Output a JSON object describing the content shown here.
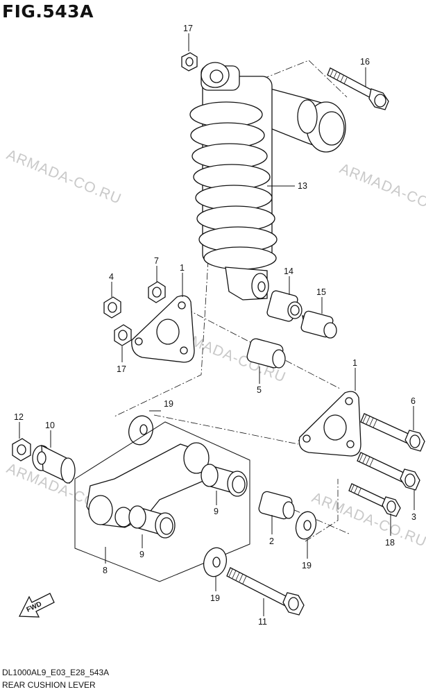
{
  "figure_title": "FIG.543A",
  "diagram_code": "DL1000AL9_E03_E28_543A",
  "caption": "REAR CUSHION LEVER",
  "watermark": "ARMADA-CO.RU",
  "fwd_label": "FWD",
  "callouts": {
    "c17a": "17",
    "c16": "16",
    "c13": "13",
    "c7": "7",
    "c4": "4",
    "c1a": "1",
    "c14": "14",
    "c15": "15",
    "c17b": "17",
    "c5": "5",
    "c1b": "1",
    "c19a": "19",
    "c12": "12",
    "c10": "10",
    "c6": "6",
    "c9a": "9",
    "c9b": "9",
    "c8": "8",
    "c2": "2",
    "c19b": "19",
    "c3": "3",
    "c18": "18",
    "c19c": "19",
    "c11": "11"
  }
}
